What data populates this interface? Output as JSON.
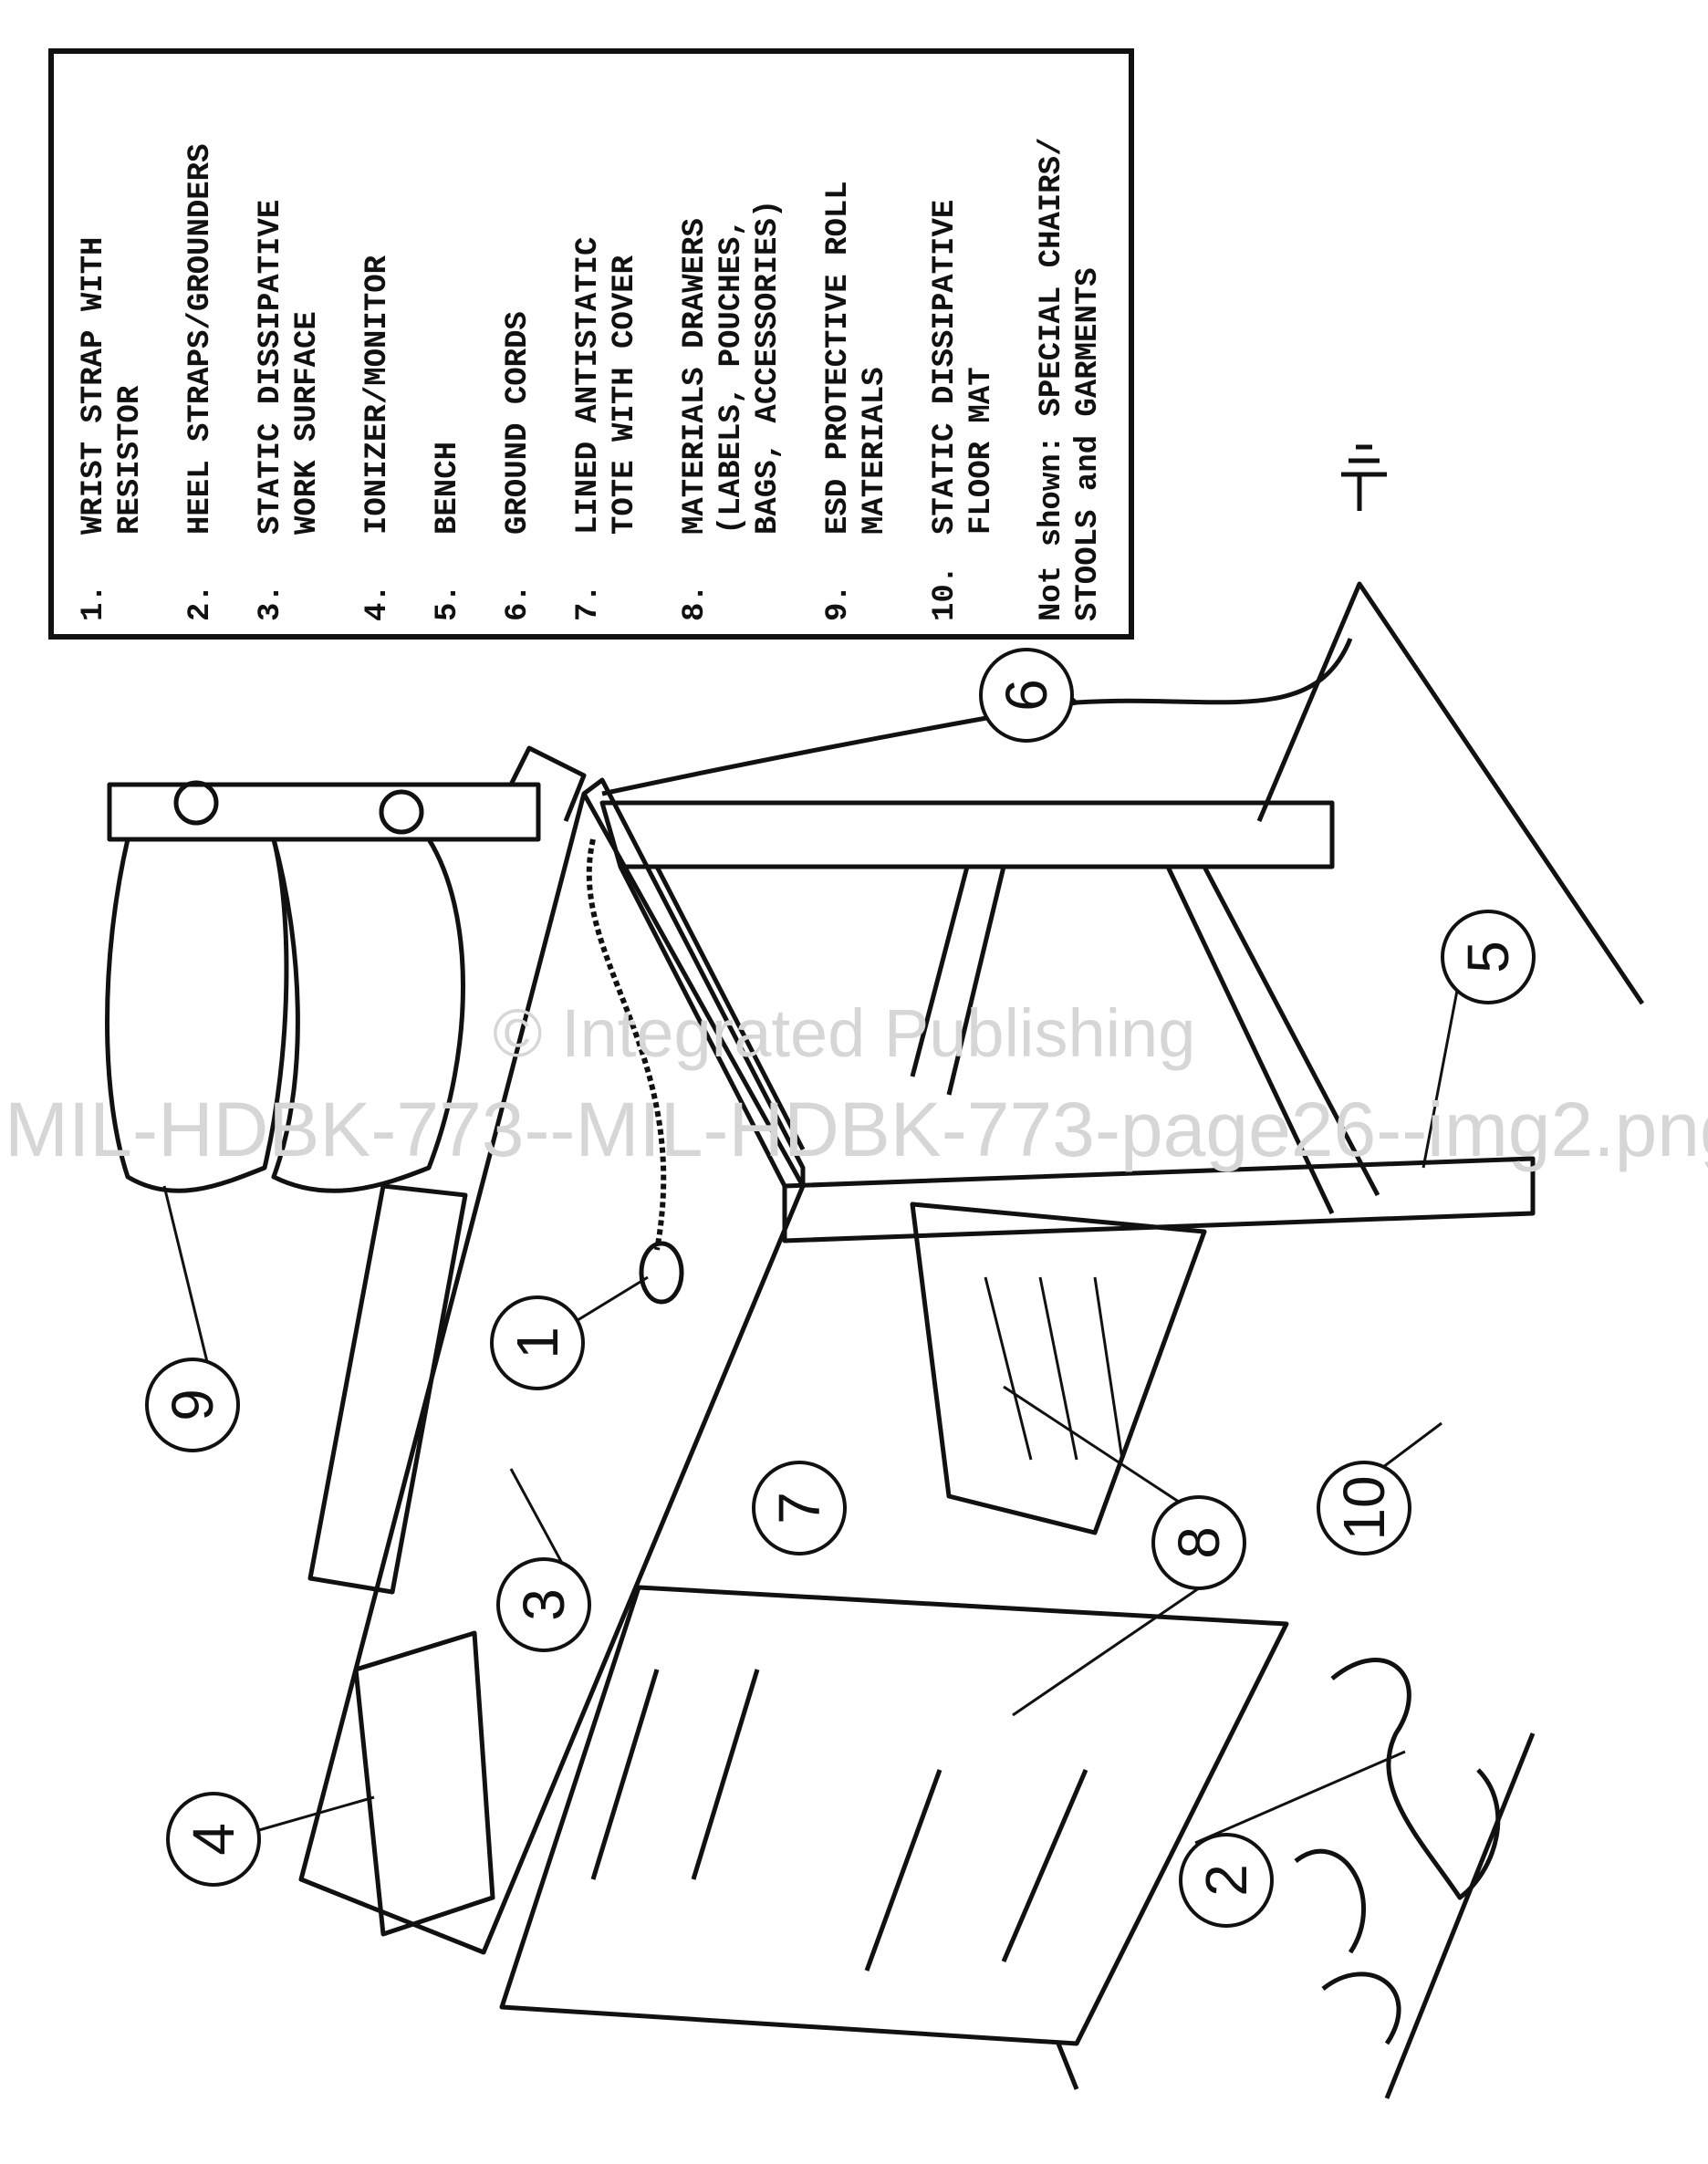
{
  "legend": {
    "items": [
      {
        "num": "1.",
        "text": "WRIST STRAP WITH\nRESISTOR"
      },
      {
        "num": "2.",
        "text": "HEEL STRAPS/GROUNDERS"
      },
      {
        "num": "3.",
        "text": "STATIC DISSIPATIVE\nWORK SURFACE"
      },
      {
        "num": "4.",
        "text": "IONIZER/MONITOR"
      },
      {
        "num": "5.",
        "text": "BENCH"
      },
      {
        "num": "6.",
        "text": "GROUND CORDS"
      },
      {
        "num": "7.",
        "text": "LINED ANTISTATIC\nTOTE WITH COVER"
      },
      {
        "num": "8.",
        "text": "MATERIALS DRAWERS\n (LABELS, POUCHES,\nBAGS, ACCESSORIES)"
      },
      {
        "num": "9.",
        "text": "ESD PROTECTIVE ROLL\nMATERIALS"
      },
      {
        "num": "10.",
        "text": "STATIC DISSIPATIVE\nFLOOR MAT"
      }
    ],
    "note": "Not shown: SPECIAL CHAIRS/\nSTOOLS and GARMENTS"
  },
  "callouts": [
    "1",
    "2",
    "3",
    "4",
    "5",
    "6",
    "7",
    "8",
    "9",
    "10"
  ],
  "watermark": {
    "line1": "© Integrated Publishing",
    "line2": "MIL-HDBK-773--MIL-HDBK-773-page26--img2.png"
  }
}
